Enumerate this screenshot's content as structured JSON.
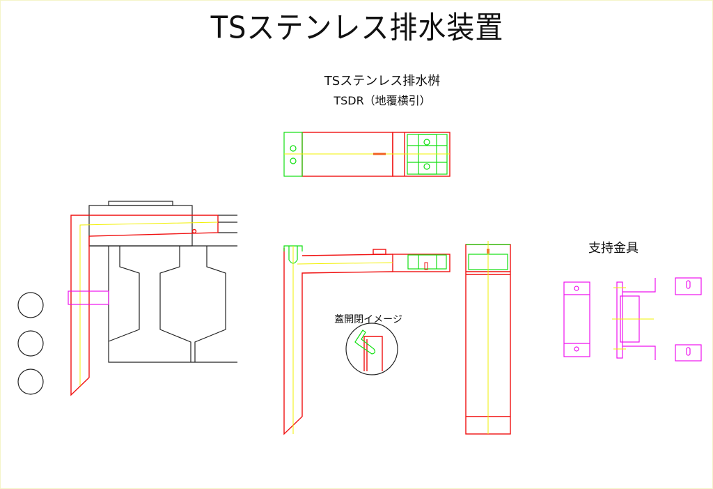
{
  "title": "TSステンレス排水装置",
  "main_view": {
    "name": "TSステンレス排水桝",
    "model": "TSDR（地覆横引）"
  },
  "lid_image_label": "蓋開閉イメージ",
  "bracket_label": "支持金具",
  "colors": {
    "outline": "#222222",
    "body": "#f01010",
    "centerline": "#f2f000",
    "grate": "#10e010",
    "bracket": "#ee10ee"
  }
}
